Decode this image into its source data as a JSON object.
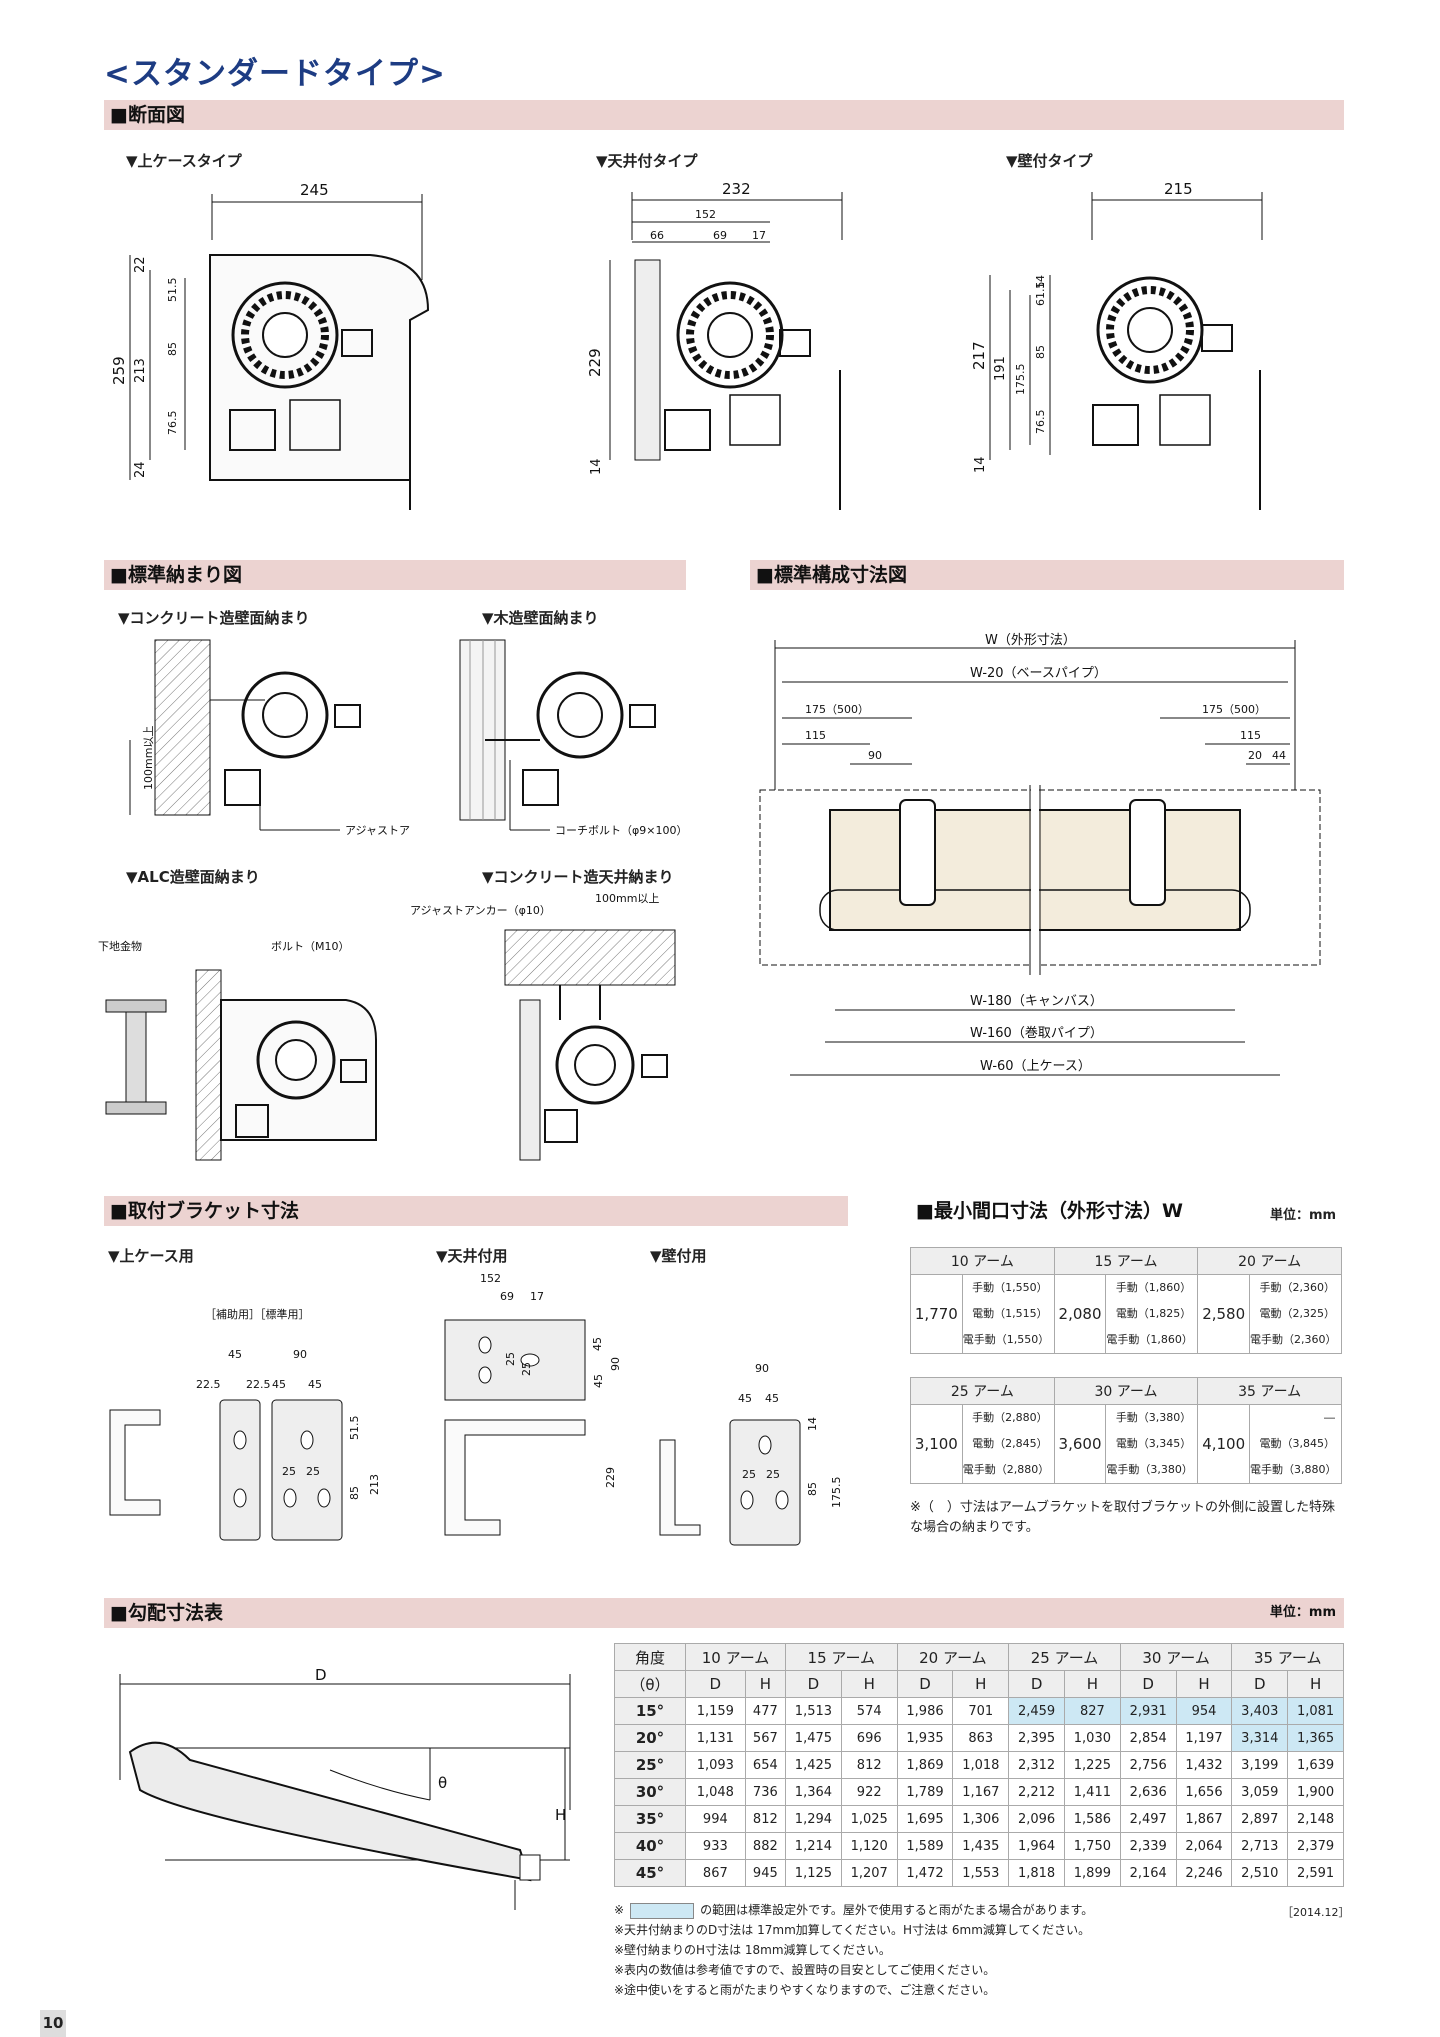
{
  "page_title": "<スタンダードタイプ>",
  "sections": {
    "section_view": "■断面図",
    "standard_fit": "■標準納まり図",
    "config_dims": "■標準構成寸法図",
    "bracket_dims": "■取付ブラケット寸法",
    "min_opening": "■最小間口寸法（外形寸法）W",
    "slope_table": "■勾配寸法表"
  },
  "section_views": {
    "top_case": {
      "label": "▼上ケースタイプ",
      "dims": [
        "245",
        "22",
        "51.5",
        "85",
        "76.5",
        "259",
        "213",
        "24"
      ]
    },
    "ceiling": {
      "label": "▼天井付タイプ",
      "dims": [
        "232",
        "152",
        "66",
        "69",
        "17",
        "229",
        "14"
      ]
    },
    "wall": {
      "label": "▼壁付タイプ",
      "dims": [
        "215",
        "14",
        "61.5",
        "85",
        "217",
        "191",
        "175.5",
        "76.5",
        "14"
      ]
    }
  },
  "standard_fit": {
    "concrete_wall": {
      "label": "▼コンクリート造壁面納まり",
      "note1": "100mm以上",
      "note2": "アジャストアンカー（φ10）"
    },
    "wood_wall": {
      "label": "▼木造壁面納まり",
      "note": "コーチボルト（φ9×100）"
    },
    "alc_wall": {
      "label": "▼ALC造壁面納まり",
      "note1": "下地金物",
      "note2": "ボルト（M10）"
    },
    "concrete_ceiling": {
      "label": "▼コンクリート造天井納まり",
      "note1": "アジャストアンカー（φ10）",
      "note2": "100mm以上"
    }
  },
  "config_dims": {
    "w_outer": "W（外形寸法）",
    "w_base": "W-20（ベースパイプ）",
    "left_175": "175（500）",
    "right_175": "175（500）",
    "left_115": "115",
    "left_90": "90",
    "right_115": "115",
    "right_20": "20",
    "right_44": "44",
    "w_canvas": "W-180（キャンバス）",
    "w_roll": "W-160（巻取パイプ）",
    "w_case": "W-60（上ケース）"
  },
  "bracket_dims": {
    "top_case": {
      "label": "▼上ケース用",
      "sub_label": "［補助用］［標準用］",
      "dims": [
        "45",
        "90",
        "22.5",
        "22.5",
        "45",
        "45",
        "51.5",
        "85",
        "213",
        "25",
        "25"
      ]
    },
    "ceiling": {
      "label": "▼天井付用",
      "dims": [
        "152",
        "69",
        "17",
        "25",
        "25",
        "45",
        "45",
        "90",
        "229"
      ]
    },
    "wall": {
      "label": "▼壁付用",
      "dims": [
        "90",
        "45",
        "45",
        "14",
        "25",
        "25",
        "85",
        "175.5"
      ]
    }
  },
  "min_opening": {
    "unit": "単位：mm",
    "groups": [
      {
        "arms": [
          {
            "name": "10 アーム",
            "value": "1,770",
            "options": [
              "手動（1,550）",
              "電動（1,515）",
              "電手動（1,550）"
            ]
          },
          {
            "name": "15 アーム",
            "value": "2,080",
            "options": [
              "手動（1,860）",
              "電動（1,825）",
              "電手動（1,860）"
            ]
          },
          {
            "name": "20 アーム",
            "value": "2,580",
            "options": [
              "手動（2,360）",
              "電動（2,325）",
              "電手動（2,360）"
            ]
          }
        ]
      },
      {
        "arms": [
          {
            "name": "25 アーム",
            "value": "3,100",
            "options": [
              "手動（2,880）",
              "電動（2,845）",
              "電手動（2,880）"
            ]
          },
          {
            "name": "30 アーム",
            "value": "3,600",
            "options": [
              "手動（3,380）",
              "電動（3,345）",
              "電手動（3,380）"
            ]
          },
          {
            "name": "35 アーム",
            "value": "4,100",
            "options": [
              "―",
              "電動（3,845）",
              "電手動（3,880）"
            ]
          }
        ]
      }
    ],
    "note": "※（　）寸法はアームブラケットを取付ブラケットの外側に設置した特殊な場合の納まりです。"
  },
  "slope": {
    "unit": "単位：mm",
    "diagram_labels": {
      "d": "D",
      "h": "H",
      "theta": "θ"
    },
    "header_angle": "角度",
    "header_theta": "（θ）",
    "arms": [
      "10 アーム",
      "15 アーム",
      "20 アーム",
      "25 アーム",
      "30 アーム",
      "35 アーム"
    ],
    "sub_headers": [
      "D",
      "H"
    ],
    "rows": [
      {
        "angle": "15°",
        "values": [
          "1,159",
          "477",
          "1,513",
          "574",
          "1,986",
          "701",
          "2,459",
          "827",
          "2,931",
          "954",
          "3,403",
          "1,081"
        ],
        "highlight": [
          6,
          7,
          8,
          9,
          10,
          11
        ]
      },
      {
        "angle": "20°",
        "values": [
          "1,131",
          "567",
          "1,475",
          "696",
          "1,935",
          "863",
          "2,395",
          "1,030",
          "2,854",
          "1,197",
          "3,314",
          "1,365"
        ],
        "highlight": [
          10,
          11
        ]
      },
      {
        "angle": "25°",
        "values": [
          "1,093",
          "654",
          "1,425",
          "812",
          "1,869",
          "1,018",
          "2,312",
          "1,225",
          "2,756",
          "1,432",
          "3,199",
          "1,639"
        ],
        "highlight": []
      },
      {
        "angle": "30°",
        "values": [
          "1,048",
          "736",
          "1,364",
          "922",
          "1,789",
          "1,167",
          "2,212",
          "1,411",
          "2,636",
          "1,656",
          "3,059",
          "1,900"
        ],
        "highlight": []
      },
      {
        "angle": "35°",
        "values": [
          "994",
          "812",
          "1,294",
          "1,025",
          "1,695",
          "1,306",
          "2,096",
          "1,586",
          "2,497",
          "1,867",
          "2,897",
          "2,148"
        ],
        "highlight": []
      },
      {
        "angle": "40°",
        "values": [
          "933",
          "882",
          "1,214",
          "1,120",
          "1,589",
          "1,435",
          "1,964",
          "1,750",
          "2,339",
          "2,064",
          "2,713",
          "2,379"
        ],
        "highlight": []
      },
      {
        "angle": "45°",
        "values": [
          "867",
          "945",
          "1,125",
          "1,207",
          "1,472",
          "1,553",
          "1,818",
          "1,899",
          "2,164",
          "2,246",
          "2,510",
          "2,591"
        ],
        "highlight": []
      }
    ],
    "date": "［2014.12］",
    "notes": [
      "の範囲は標準設定外です。屋外で使用すると雨がたまる場合があります。",
      "※天井付納まりのD寸法は 17mm加算してください。H寸法は 6mm減算してください。",
      "※壁付納まりのH寸法は 18mm減算してください。",
      "※表内の数値は参考値ですので、設置時の目安としてご使用ください。",
      "※途中使いをすると雨がたまりやすくなりますので、ご注意ください。"
    ],
    "note_prefix": "※"
  },
  "page_number": "10",
  "colors": {
    "title": "#1d3c83",
    "section_bar": "#ecd3d1",
    "highlight": "#cde8f4",
    "canvas": "#f3ecdc"
  }
}
